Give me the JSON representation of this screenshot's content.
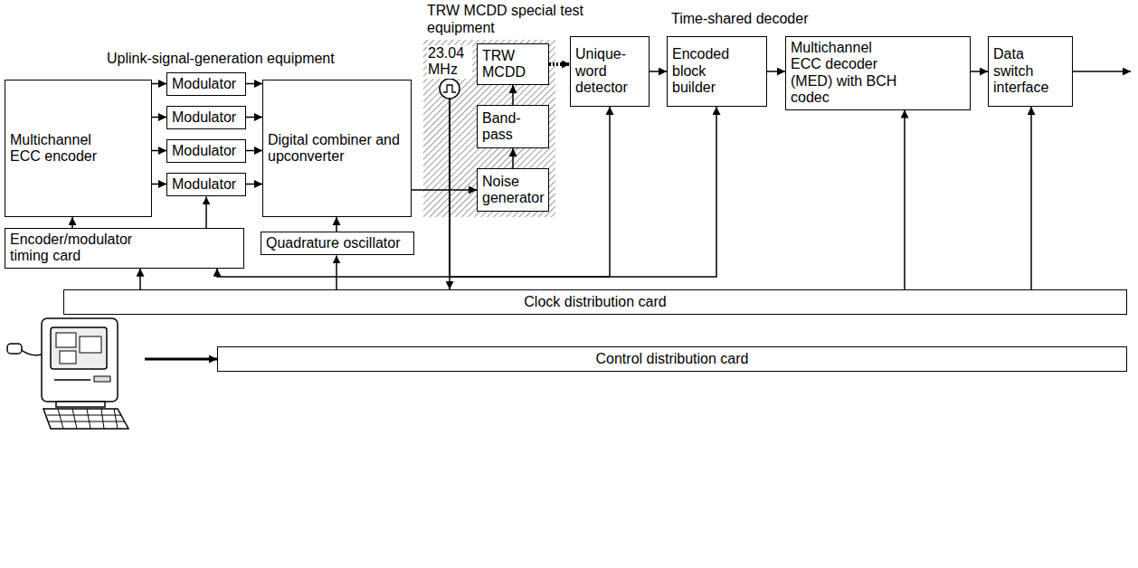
{
  "diagram": {
    "nodes": [
      {
        "text": [
          "Multichannel ECC encoder"
        ]
      },
      {
        "text": [
          "Modulator"
        ]
      },
      {
        "text": [
          "Modulator"
        ]
      },
      {
        "text": [
          "Modulator"
        ]
      },
      {
        "text": [
          "Modulator"
        ]
      },
      {
        "text": [
          "Digital combiner and upconverter"
        ]
      },
      {
        "text": [
          "TRW MCDD special test equipment"
        ]
      },
      {
        "text": [
          "23.04 MHz"
        ],
        "in": 6
      },
      {
        "text": [
          "TRW MCDD"
        ],
        "in": 6
      },
      {
        "text": [
          "Band-pass"
        ],
        "in": 6
      },
      {
        "text": [
          "Noise generator"
        ],
        "in": 6
      },
      {
        "text": [
          "Unique-word detector"
        ]
      },
      {
        "text": [
          "Encoded block builder"
        ]
      },
      {
        "text": [
          "Multichannel ECC decoder (MED) with BCH codec"
        ]
      },
      {
        "text": [
          "Data switch interface"
        ]
      },
      {
        "text": [
          "Encoder/modulator timing card"
        ]
      },
      {
        "text": [
          "Quadrature oscillator"
        ]
      },
      {
        "text": [
          "Clock distribution card"
        ]
      },
      {
        "text": [
          "Control distribution card"
        ]
      }
    ],
    "edges": [
      {
        "from": 0,
        "to": 1,
        "arrow": "to"
      },
      {
        "from": 0,
        "to": 2,
        "arrow": "to"
      },
      {
        "from": 0,
        "to": 3,
        "arrow": "to"
      },
      {
        "from": 0,
        "to": 4,
        "arrow": "to"
      },
      {
        "from": 1,
        "to": 5,
        "arrow": "to"
      },
      {
        "from": 2,
        "to": 5,
        "arrow": "to"
      },
      {
        "from": 3,
        "to": 5,
        "arrow": "to"
      },
      {
        "from": 4,
        "to": 5,
        "arrow": "to"
      },
      {
        "from": 5,
        "to": 10,
        "arrow": "to"
      },
      {
        "from": 10,
        "to": 9,
        "arrow": "to"
      },
      {
        "from": 9,
        "to": 8,
        "arrow": "to"
      },
      {
        "from": 8,
        "to": 11,
        "arrow": "to"
      },
      {
        "from": 11,
        "to": 12,
        "arrow": "to"
      },
      {
        "from": 12,
        "to": 13,
        "arrow": "to"
      },
      {
        "from": 13,
        "to": 14,
        "arrow": "to"
      },
      {
        "from": 15,
        "to": 0,
        "arrow": "to"
      },
      {
        "from": 15,
        "to": 4,
        "arrow": "to"
      },
      {
        "from": 16,
        "to": 5,
        "arrow": "to"
      },
      {
        "from": 17,
        "to": 15,
        "arrow": "to"
      },
      {
        "from": 17,
        "to": 16,
        "arrow": "to"
      },
      {
        "from": 7,
        "to": 17,
        "arrow": "to"
      },
      {
        "from": 7,
        "to": 15,
        "arrow": "to"
      },
      {
        "from": 7,
        "to": 11,
        "arrow": "to"
      },
      {
        "from": 7,
        "to": 12,
        "arrow": "to"
      },
      {
        "from": 17,
        "to": 13,
        "arrow": "to"
      },
      {
        "from": 17,
        "to": 14,
        "arrow": "to"
      }
    ],
    "labels": [
      "Uplink-signal-generation equipment",
      "Time-shared decoder"
    ]
  }
}
